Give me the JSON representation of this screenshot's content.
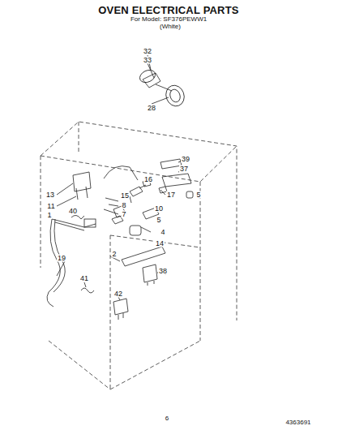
{
  "diagram": {
    "title": "OVEN ELECTRICAL PARTS",
    "labels": [
      "For Model: SF376PEWW1",
      "(White)",
      "32",
      "33",
      "28",
      "39",
      "37",
      "16",
      "13",
      "15",
      "17",
      "5",
      "11",
      "8",
      "40",
      "1",
      "7",
      "10",
      "5",
      "4",
      "14",
      "2",
      "19",
      "38",
      "41",
      "42",
      "6",
      "4363691"
    ]
  }
}
